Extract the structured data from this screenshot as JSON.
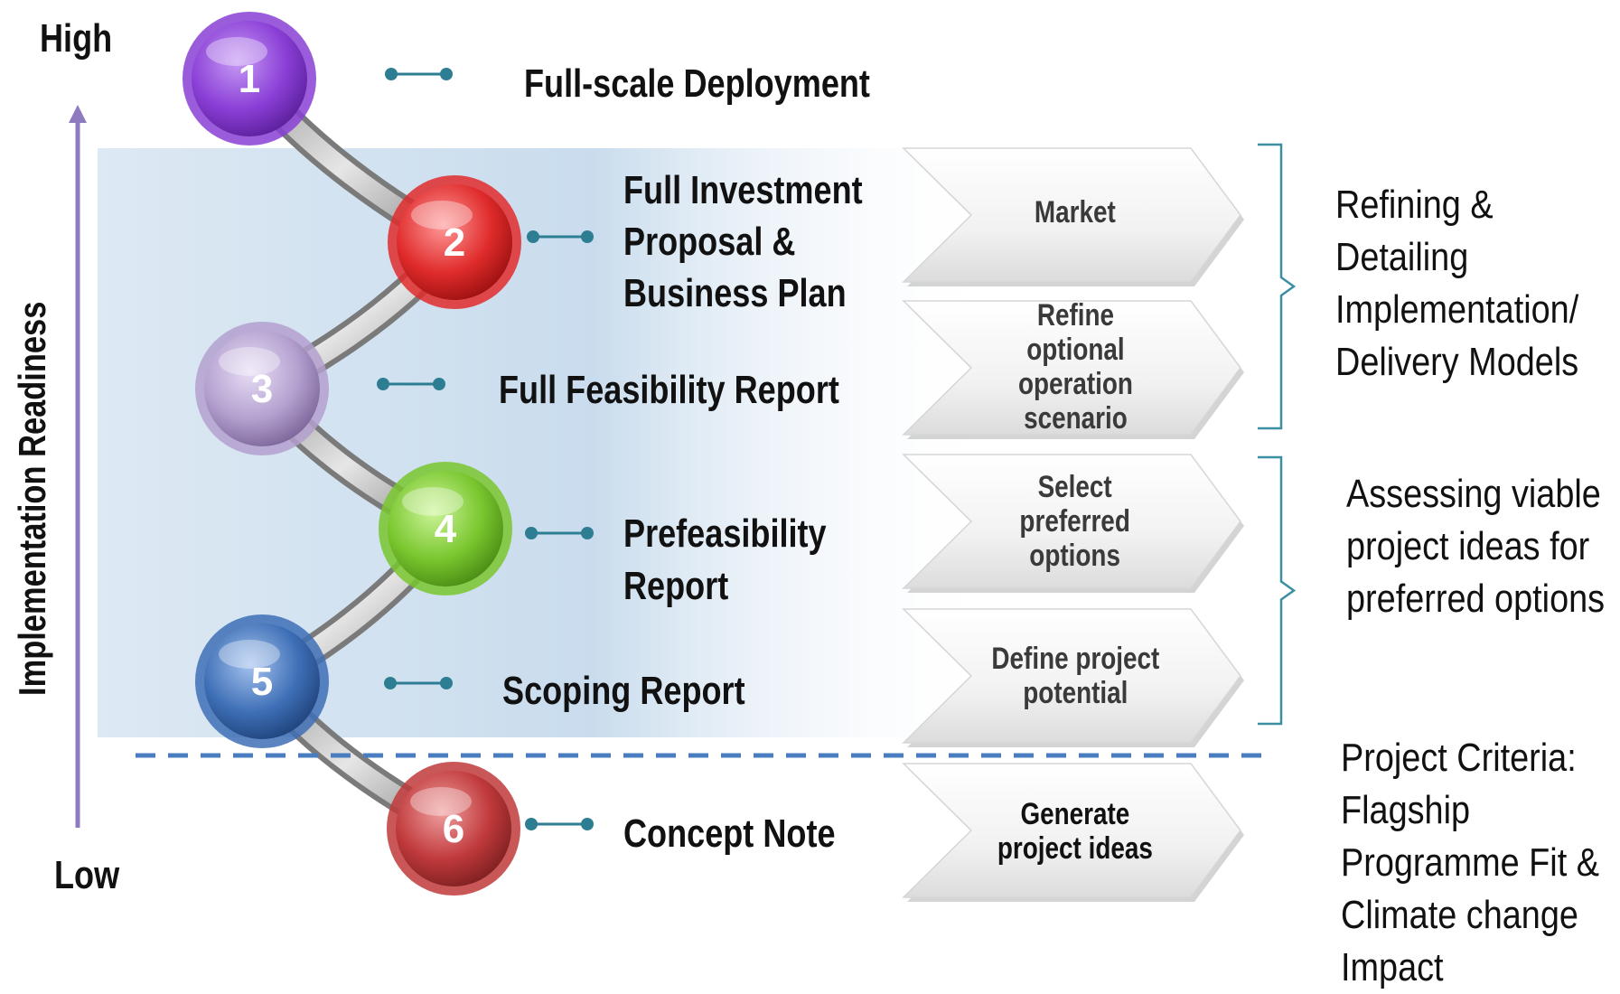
{
  "axis": {
    "high_label": "High",
    "low_label": "Low",
    "title": "Implementation Readiness",
    "arrow_color": "#8e7bbf"
  },
  "stages": [
    {
      "number": "1",
      "title": [
        "Full-scale Deployment"
      ],
      "color": "#8a3fd6"
    },
    {
      "number": "2",
      "title": [
        "Full Investment",
        "Proposal &",
        "Business Plan"
      ],
      "color": "#e02b2b"
    },
    {
      "number": "3",
      "title": [
        "Full Feasibility Report"
      ],
      "color": "#b3a0cf"
    },
    {
      "number": "4",
      "title": [
        "Prefeasibility",
        "Report"
      ],
      "color": "#79c62e"
    },
    {
      "number": "5",
      "title": [
        "Scoping Report"
      ],
      "color": "#3e6fb6"
    },
    {
      "number": "6",
      "title": [
        "Concept Note"
      ],
      "color": "#c0393b"
    }
  ],
  "chevrons": [
    {
      "lines": [
        "Market"
      ]
    },
    {
      "lines": [
        "Refine",
        "optional",
        "operation",
        "scenario"
      ]
    },
    {
      "lines": [
        "Select",
        "preferred",
        "options"
      ]
    },
    {
      "lines": [
        "Define project",
        "potential"
      ]
    },
    {
      "lines": [
        "Generate",
        "project ideas"
      ],
      "dark": true
    }
  ],
  "phases": [
    {
      "lines": [
        "Refining &",
        "Detailing",
        "Implementation/",
        "Delivery Models"
      ]
    },
    {
      "lines": [
        "Assessing viable",
        "project ideas for",
        "preferred options"
      ]
    },
    {
      "lines": [
        "Project Criteria:",
        "Flagship",
        "Programme Fit &",
        "Climate change",
        "Impact"
      ]
    }
  ],
  "colors": {
    "connector": "#2e7e93",
    "bracket": "#3b8fa3",
    "divider": "#4a7cc0",
    "band": "#cfe0ef"
  }
}
